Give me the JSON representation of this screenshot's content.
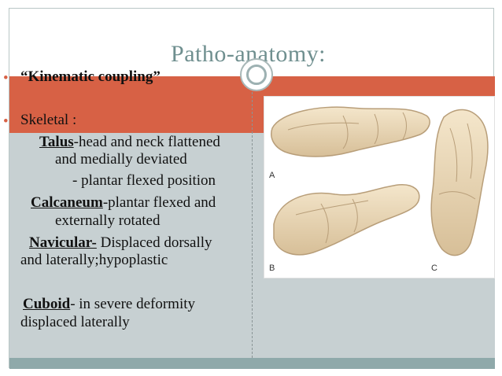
{
  "slide": {
    "title": "Patho-anatomy:",
    "bullets": {
      "kinematic": "“Kinematic coupling”",
      "skeletal": "Skeletal :"
    },
    "talus": {
      "term": "Talus",
      "text1": "-head and neck flattened",
      "text2": "and medially deviated",
      "text3": "- plantar flexed position"
    },
    "calcaneum": {
      "term": "Calcaneum",
      "text1": "-plantar flexed and",
      "text2": "externally rotated"
    },
    "navicular": {
      "term": "Navicular-",
      "text1": " Displaced dorsally",
      "text2": "and laterally;hypoplastic"
    },
    "cuboid": {
      "term": "Cuboid",
      "text1": "- in severe deformity",
      "text2": "displaced laterally"
    }
  },
  "figure": {
    "labels": {
      "a": "A",
      "b": "B",
      "c": "C"
    },
    "colors": {
      "bone": "#ead7b5",
      "bone_shadow": "#b89e79",
      "background": "#ffffff"
    }
  },
  "theme": {
    "accent": "#d76145",
    "title_color": "#6f8f8f",
    "panel": "#c7d0d2",
    "footer": "#8fa9aa"
  }
}
